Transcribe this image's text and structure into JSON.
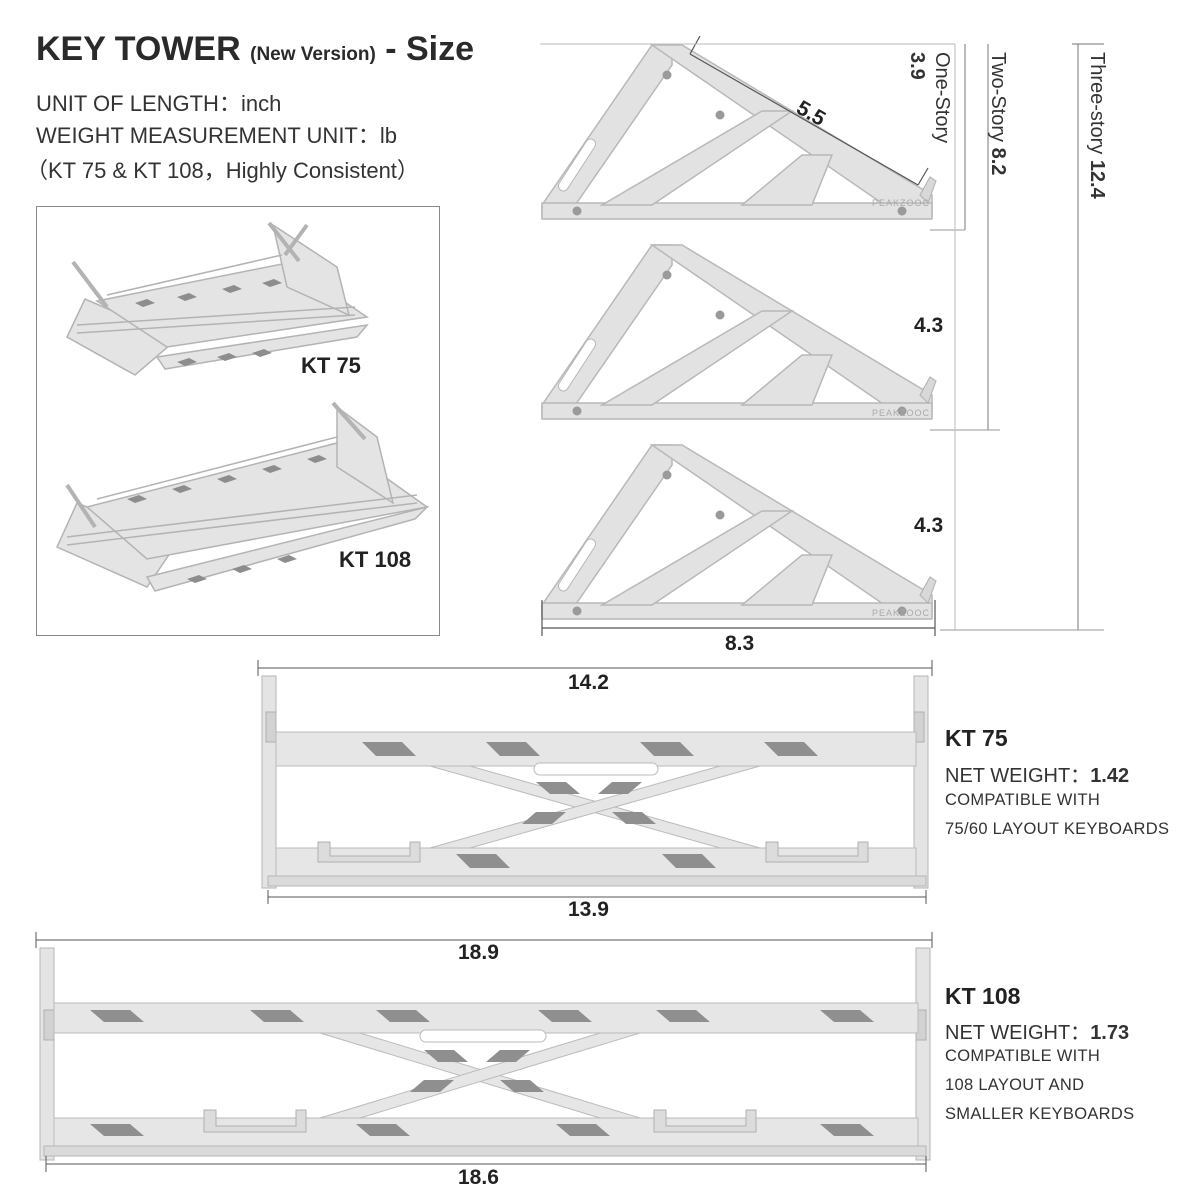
{
  "header": {
    "title": "KEY TOWER",
    "version": "(New Version)",
    "suffix": "- Size",
    "unit_length": "UNIT OF LENGTH：inch",
    "unit_weight": "WEIGHT MEASUREMENT UNIT：lb",
    "note": "（KT 75 & KT 108，Highly Consistent）"
  },
  "photos": {
    "kt75_label": "KT 75",
    "kt108_label": "KT 108"
  },
  "side_view": {
    "top_edge": "5.5",
    "one_story_label": "One-Story",
    "one_story_value": "3.9",
    "two_story_label": "Two-Story",
    "two_story_value": "8.2",
    "three_story_label": "Three-story",
    "three_story_value": "12.4",
    "tier2_height": "4.3",
    "tier3_height": "4.3",
    "base_width": "8.3",
    "brand": "PEAKZOOC"
  },
  "kt75": {
    "top_width": "14.2",
    "bottom_width": "13.9",
    "name": "KT 75",
    "net_weight_label": "NET WEIGHT：",
    "net_weight_value": "1.42",
    "compat_1": "COMPATIBLE WITH",
    "compat_2": "75/60 LAYOUT KEYBOARDS"
  },
  "kt108": {
    "top_width": "18.9",
    "bottom_width": "18.6",
    "name": "KT 108",
    "net_weight_label": "NET WEIGHT：",
    "net_weight_value": "1.73",
    "compat_1": "COMPATIBLE WITH",
    "compat_2": "108 LAYOUT AND",
    "compat_3": "SMALLER KEYBOARDS"
  },
  "colors": {
    "aluminium": "#dcdcdc",
    "aluminium_edge": "#b5b5b5",
    "pad": "#8f8f8f",
    "dim_line": "#555555"
  }
}
